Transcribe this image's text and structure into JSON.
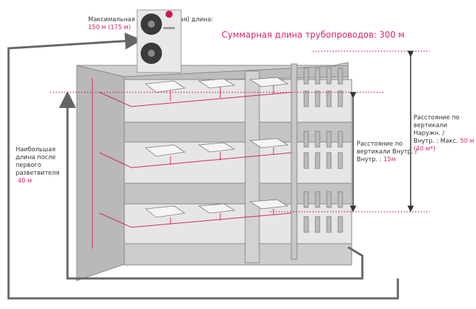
{
  "title": "Суммарная длина трубопроводов: 300 м",
  "max_length": {
    "label": "Максимальная (эквивалентная) длина:",
    "value": "150 м (175 м)"
  },
  "branch_length": {
    "label_lines": [
      "Наибольшая",
      "длина после",
      "первого",
      "разветвителя"
    ],
    "value": "40 м"
  },
  "indoor_vertical": {
    "label_lines": [
      "Расстояние по",
      "вертикали Внутр. /",
      "Внутр. : "
    ],
    "value": "15м"
  },
  "outdoor_vertical": {
    "label_lines": [
      "Расстояние по",
      "вертикали Наружн. /",
      "Внутр. : Макс. "
    ],
    "value": "50 м",
    "value2": "(40 м*)"
  },
  "colors": {
    "accent": "#d6246e",
    "pipe": "#666666",
    "building": "#c8c8c8"
  }
}
